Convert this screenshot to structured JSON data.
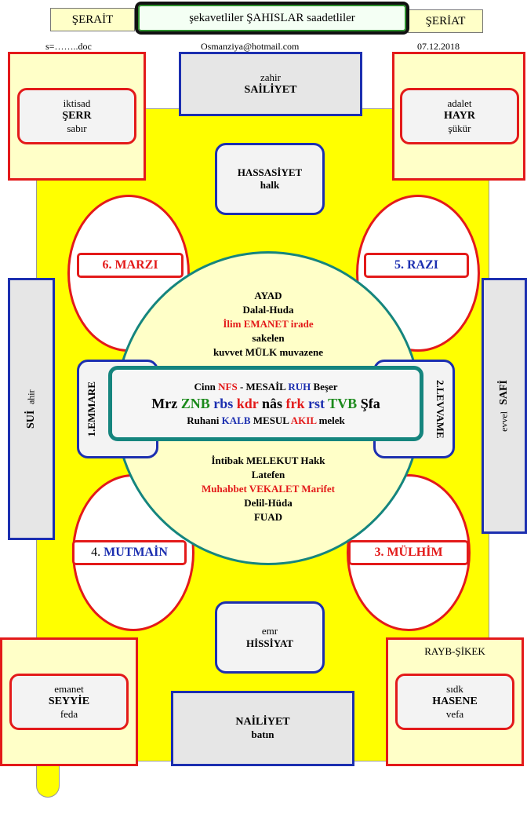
{
  "header": {
    "left_tab": "ŞERAİT",
    "title": "şekavetliler  ŞAHISLAR  saadetliler",
    "right_tab": "ŞERİAT"
  },
  "meta": {
    "file": "s=……..doc",
    "email": "Osmanziya@hotmail.com",
    "date": "07.12.2018"
  },
  "top": {
    "line1": "zahir",
    "line2": "SAİLİYET"
  },
  "bottom": {
    "line1": "NAİLİYET",
    "line2": "batın"
  },
  "hassasiyet": {
    "line1": "HASSASİYET",
    "line2": "halk"
  },
  "hissiyat": {
    "line1": "emr",
    "line2": "HİSSİYAT"
  },
  "corner_tl": {
    "line1": "iktisad",
    "line2": "ŞERR",
    "line3": "sabır"
  },
  "corner_tr": {
    "line1": "adalet",
    "line2": "HAYR",
    "line3": "şükür"
  },
  "corner_bl": {
    "line1": "emanet",
    "line2": "SEYYİE",
    "line3": "feda"
  },
  "corner_br": {
    "header": "RAYB-ŞİKEK",
    "line1": "sıdk",
    "line2": "HASENE",
    "line3": "vefa"
  },
  "left_side": {
    "line1": "SUİ",
    "line2": "ahir"
  },
  "right_side": {
    "line1": "evvel",
    "line2": "SAFİ"
  },
  "ovals": {
    "marzi": "6. MARZI",
    "razi": "5. RAZI",
    "mutmain_num": "4. ",
    "mutmain": "MUTMAİN",
    "mulhim": "3. MÜLHİM"
  },
  "sides": {
    "emmare": "1.EMMARE",
    "levvame": "2.LEVVAME"
  },
  "circle_top": {
    "l1": "AYAD",
    "l2": "Dalal-Huda",
    "l3": "İlim EMANET irade",
    "l4": "sakelen",
    "l5": "kuvvet   MÜLK muvazene"
  },
  "circle_bottom": {
    "l1": "İntibak MELEKUT  Hakk",
    "l2": "Latefen",
    "l3": "Muhabbet VEKALET Marifet",
    "l4": "Delil-Hüda",
    "l5": "FUAD"
  },
  "center": {
    "r1a": "Cinn ",
    "r1b": "NFS",
    "r1c": "  - MESAİL    ",
    "r1d": "RUH",
    "r1e": " Beşer",
    "r2": [
      "Mrz",
      "ZNB",
      "rbs",
      "kdr",
      "nâs",
      "frk",
      "rst",
      "TVB",
      "Şfa"
    ],
    "r3a": "Ruhani ",
    "r3b": "KALB",
    "r3c": "   MESUL  ",
    "r3d": "AKIL",
    "r3e": " melek"
  }
}
